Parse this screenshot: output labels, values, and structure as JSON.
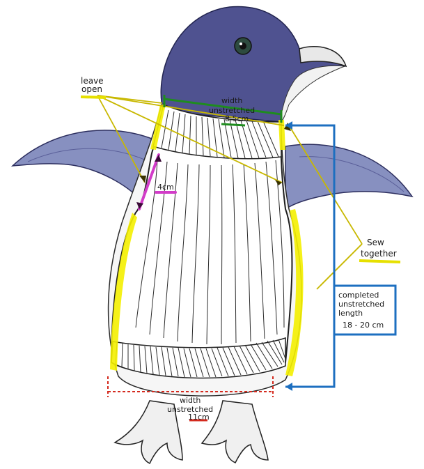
{
  "annotations": {
    "leave_open": {
      "line1": "leave",
      "line2": "open"
    },
    "neck_width": {
      "line1": "width",
      "line2": "unstretched",
      "line3": "8.5cm"
    },
    "armhole_gap": {
      "text": "4cm"
    },
    "sew_together": {
      "line1": "Sew",
      "line2": "together"
    },
    "length": {
      "line1": "completed",
      "line2": "unstretched",
      "line3": "length",
      "line4": "18 - 20 cm"
    },
    "base_width": {
      "line1": "width",
      "line2": "unstretched",
      "line3": "11cm"
    }
  },
  "colors": {
    "penguin_head": "#4a4c8c",
    "penguin_wing": "#7f87b8",
    "jumper_lines": "#2b2b2b",
    "guide_yellow": "#e3d400",
    "highlight_yellow": "#f4f000",
    "measure_green": "#1e8c1e",
    "measure_blue": "#1d6fc0",
    "measure_red": "#d42a1e",
    "measure_pink": "#d23cc8"
  }
}
